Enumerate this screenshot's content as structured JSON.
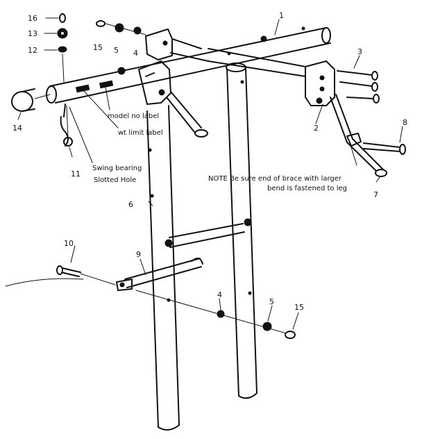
{
  "callouts": {
    "c1": "1",
    "c2": "2",
    "c3": "3",
    "c4a": "4",
    "c4b": "4",
    "c5a": "5",
    "c5b": "5",
    "c6": "6",
    "c7": "7",
    "c8": "8",
    "c9": "9",
    "c10": "10",
    "c11": "11",
    "c12": "12",
    "c13": "13",
    "c14": "14",
    "c15a": "15",
    "c15b": "15",
    "c16": "16"
  },
  "labels": {
    "model_no": "model no label",
    "wt_limit": "wt limit label",
    "swing_bearing": "Swing bearing",
    "slotted_hole": "Slotted Hole",
    "note_line1": "NOTE Be sure end of brace with larger",
    "note_line2": "bend is fastened to leg"
  }
}
